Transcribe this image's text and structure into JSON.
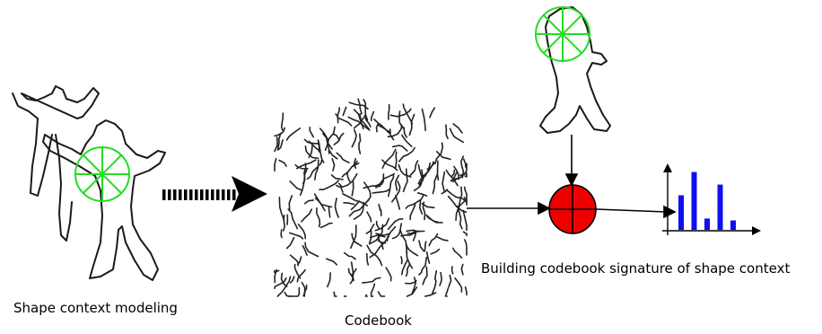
{
  "captions": {
    "modeling": "Shape context modeling",
    "codebook": "Codebook",
    "signature": "Building codebook signature of shape context"
  },
  "colors": {
    "outline": "#1a1a1a",
    "shape_context_circle": "#22dd22",
    "combine_node": "#ee0000",
    "histogram_bar": "#1010ee",
    "arrow": "#000000"
  },
  "chart_data": {
    "type": "bar",
    "values": [
      0.55,
      0.92,
      0.18,
      0.72,
      0.15
    ],
    "xlabel": "",
    "ylabel": ""
  }
}
